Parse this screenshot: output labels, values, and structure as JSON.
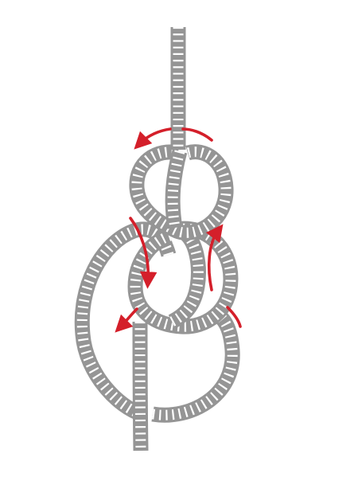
{
  "diagram": {
    "subject": "figure-eight-follow-through-knot",
    "rope_color": "#959595",
    "rope_edge_color": "#7d7d7d",
    "twist_color": "#ffffff",
    "arrow_color": "#d41f2a",
    "background": "#ffffff",
    "arrows": [
      {
        "name": "top-arrow",
        "direction": "left"
      },
      {
        "name": "upper-left-arrow",
        "direction": "down"
      },
      {
        "name": "right-arrow",
        "direction": "up"
      },
      {
        "name": "lower-left-arrow",
        "direction": "down-left"
      },
      {
        "name": "lower-right-arrow",
        "direction": "down"
      }
    ]
  }
}
